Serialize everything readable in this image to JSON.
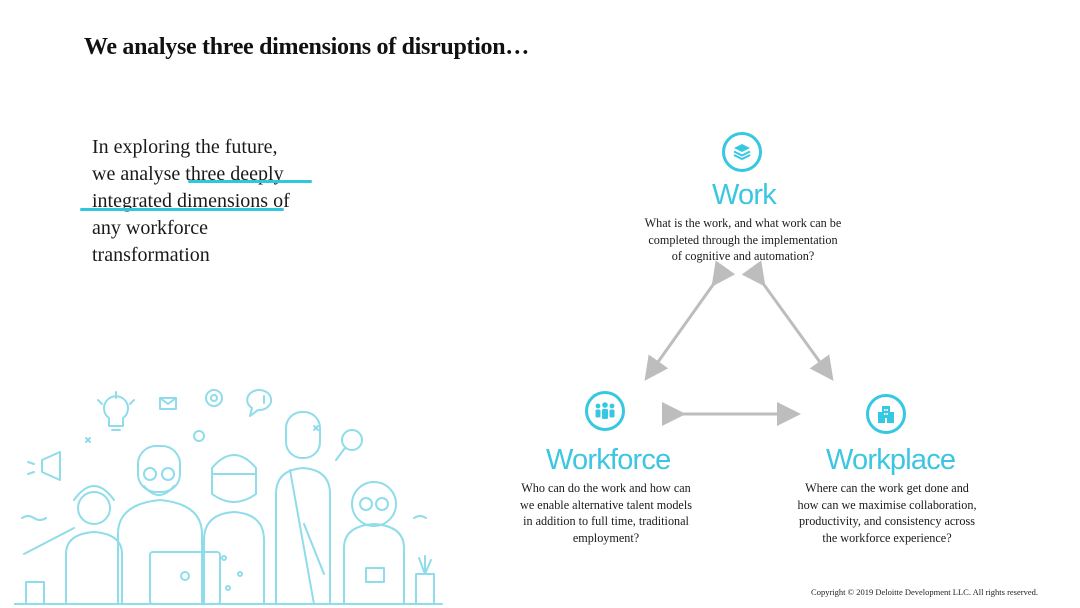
{
  "title": "We analyse three dimensions of disruption…",
  "intro": {
    "lines": [
      "In exploring the future,",
      "we analyse three deeply",
      "integrated dimensions of",
      "any  workforce",
      "transformation"
    ]
  },
  "dimensions": {
    "work": {
      "title": "Work",
      "icon": "layers-icon",
      "desc_lines": [
        "What is the work, and what work can be",
        "completed through the implementation",
        "of cognitive and automation?"
      ]
    },
    "workforce": {
      "title": "Workforce",
      "icon": "people-group-icon",
      "desc_lines": [
        "Who can do the work and how can",
        "we enable alternative talent models",
        "in addition to full time, traditional",
        "employment?"
      ]
    },
    "workplace": {
      "title": "Workplace",
      "icon": "building-icon",
      "desc_lines": [
        "Where can the work get done and",
        "how can we maximise collaboration,",
        "productivity, and consistency across",
        "the workforce experience?"
      ]
    }
  },
  "colors": {
    "accent": "#36c8e2",
    "arrow": "#bdbdbd",
    "illustration": "#8fdcea"
  },
  "copyright": "Copyright © 2019 Deloitte Development LLC. All rights reserved."
}
